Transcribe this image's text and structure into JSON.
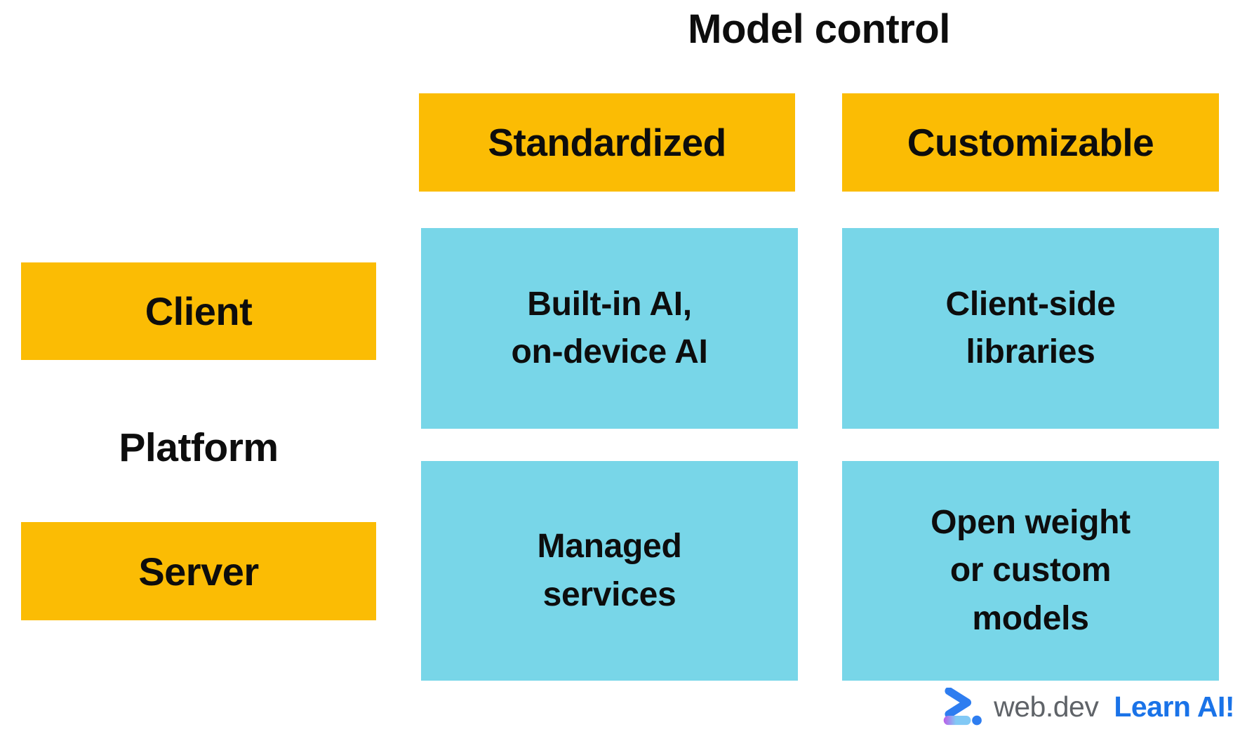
{
  "title": "Model control",
  "axis": {
    "columns_title": "Model control",
    "rows_title": "Platform"
  },
  "columns": [
    {
      "label": "Standardized"
    },
    {
      "label": "Customizable"
    }
  ],
  "rows": [
    {
      "label": "Client"
    },
    {
      "label": "Server"
    }
  ],
  "cells": {
    "client_standardized": "Built-in AI,\non-device AI",
    "client_customizable": "Client-side\nlibraries",
    "server_standardized": "Managed\nservices",
    "server_customizable": "Open weight\nor custom\nmodels"
  },
  "footer": {
    "brand": "web.dev",
    "cta": "Learn AI!"
  },
  "colors": {
    "header_bg": "#FBBC04",
    "cell_bg": "#78D6E8",
    "text": "#0d0d0d",
    "brand_gray": "#5F6368",
    "link_blue": "#1A73E8",
    "logo_blue": "#2E7DF0",
    "logo_purple": "#BC5CE8",
    "logo_lightblue": "#82C9F5"
  }
}
